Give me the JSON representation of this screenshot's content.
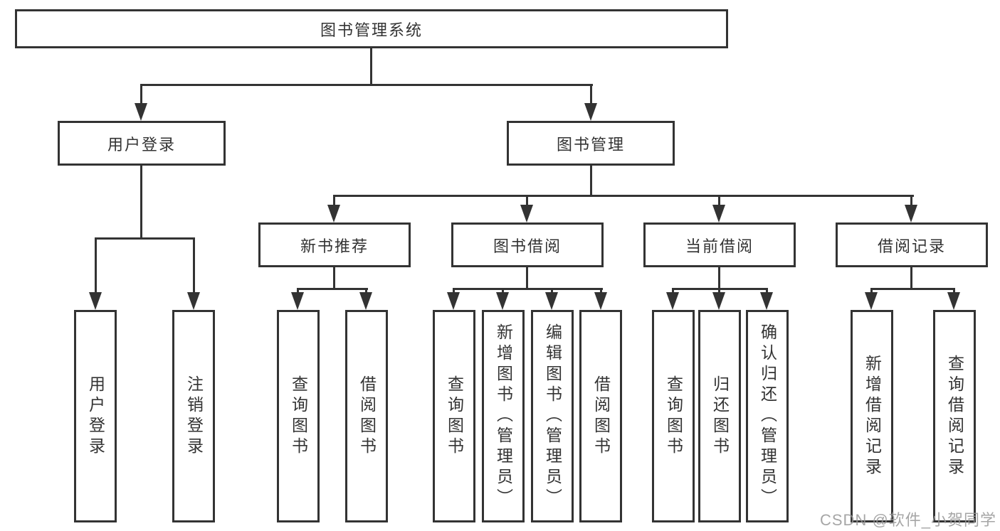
{
  "tree": {
    "label": "图书管理系统",
    "children": [
      {
        "label": "用户登录",
        "children": [
          {
            "label": "用户登录"
          },
          {
            "label": "注销登录"
          }
        ]
      },
      {
        "label": "图书管理",
        "children": [
          {
            "label": "新书推荐",
            "children": [
              {
                "label": "查询图书"
              },
              {
                "label": "借阅图书"
              }
            ]
          },
          {
            "label": "图书借阅",
            "children": [
              {
                "label": "查询图书"
              },
              {
                "label": "新增图书（管理员）"
              },
              {
                "label": "编辑图书（管理员）"
              },
              {
                "label": "借阅图书"
              }
            ]
          },
          {
            "label": "当前借阅",
            "children": [
              {
                "label": "查询图书"
              },
              {
                "label": "归还图书"
              },
              {
                "label": "确认归还（管理员）"
              }
            ]
          },
          {
            "label": "借阅记录",
            "children": [
              {
                "label": "新增借阅记录"
              },
              {
                "label": "查询借阅记录"
              }
            ]
          }
        ]
      }
    ]
  },
  "watermark": {
    "text": "CSDN @软件_小贺同学"
  },
  "colors": {
    "line": "#333333",
    "text": "#333333",
    "background": "#ffffff",
    "watermark": "#969696"
  }
}
